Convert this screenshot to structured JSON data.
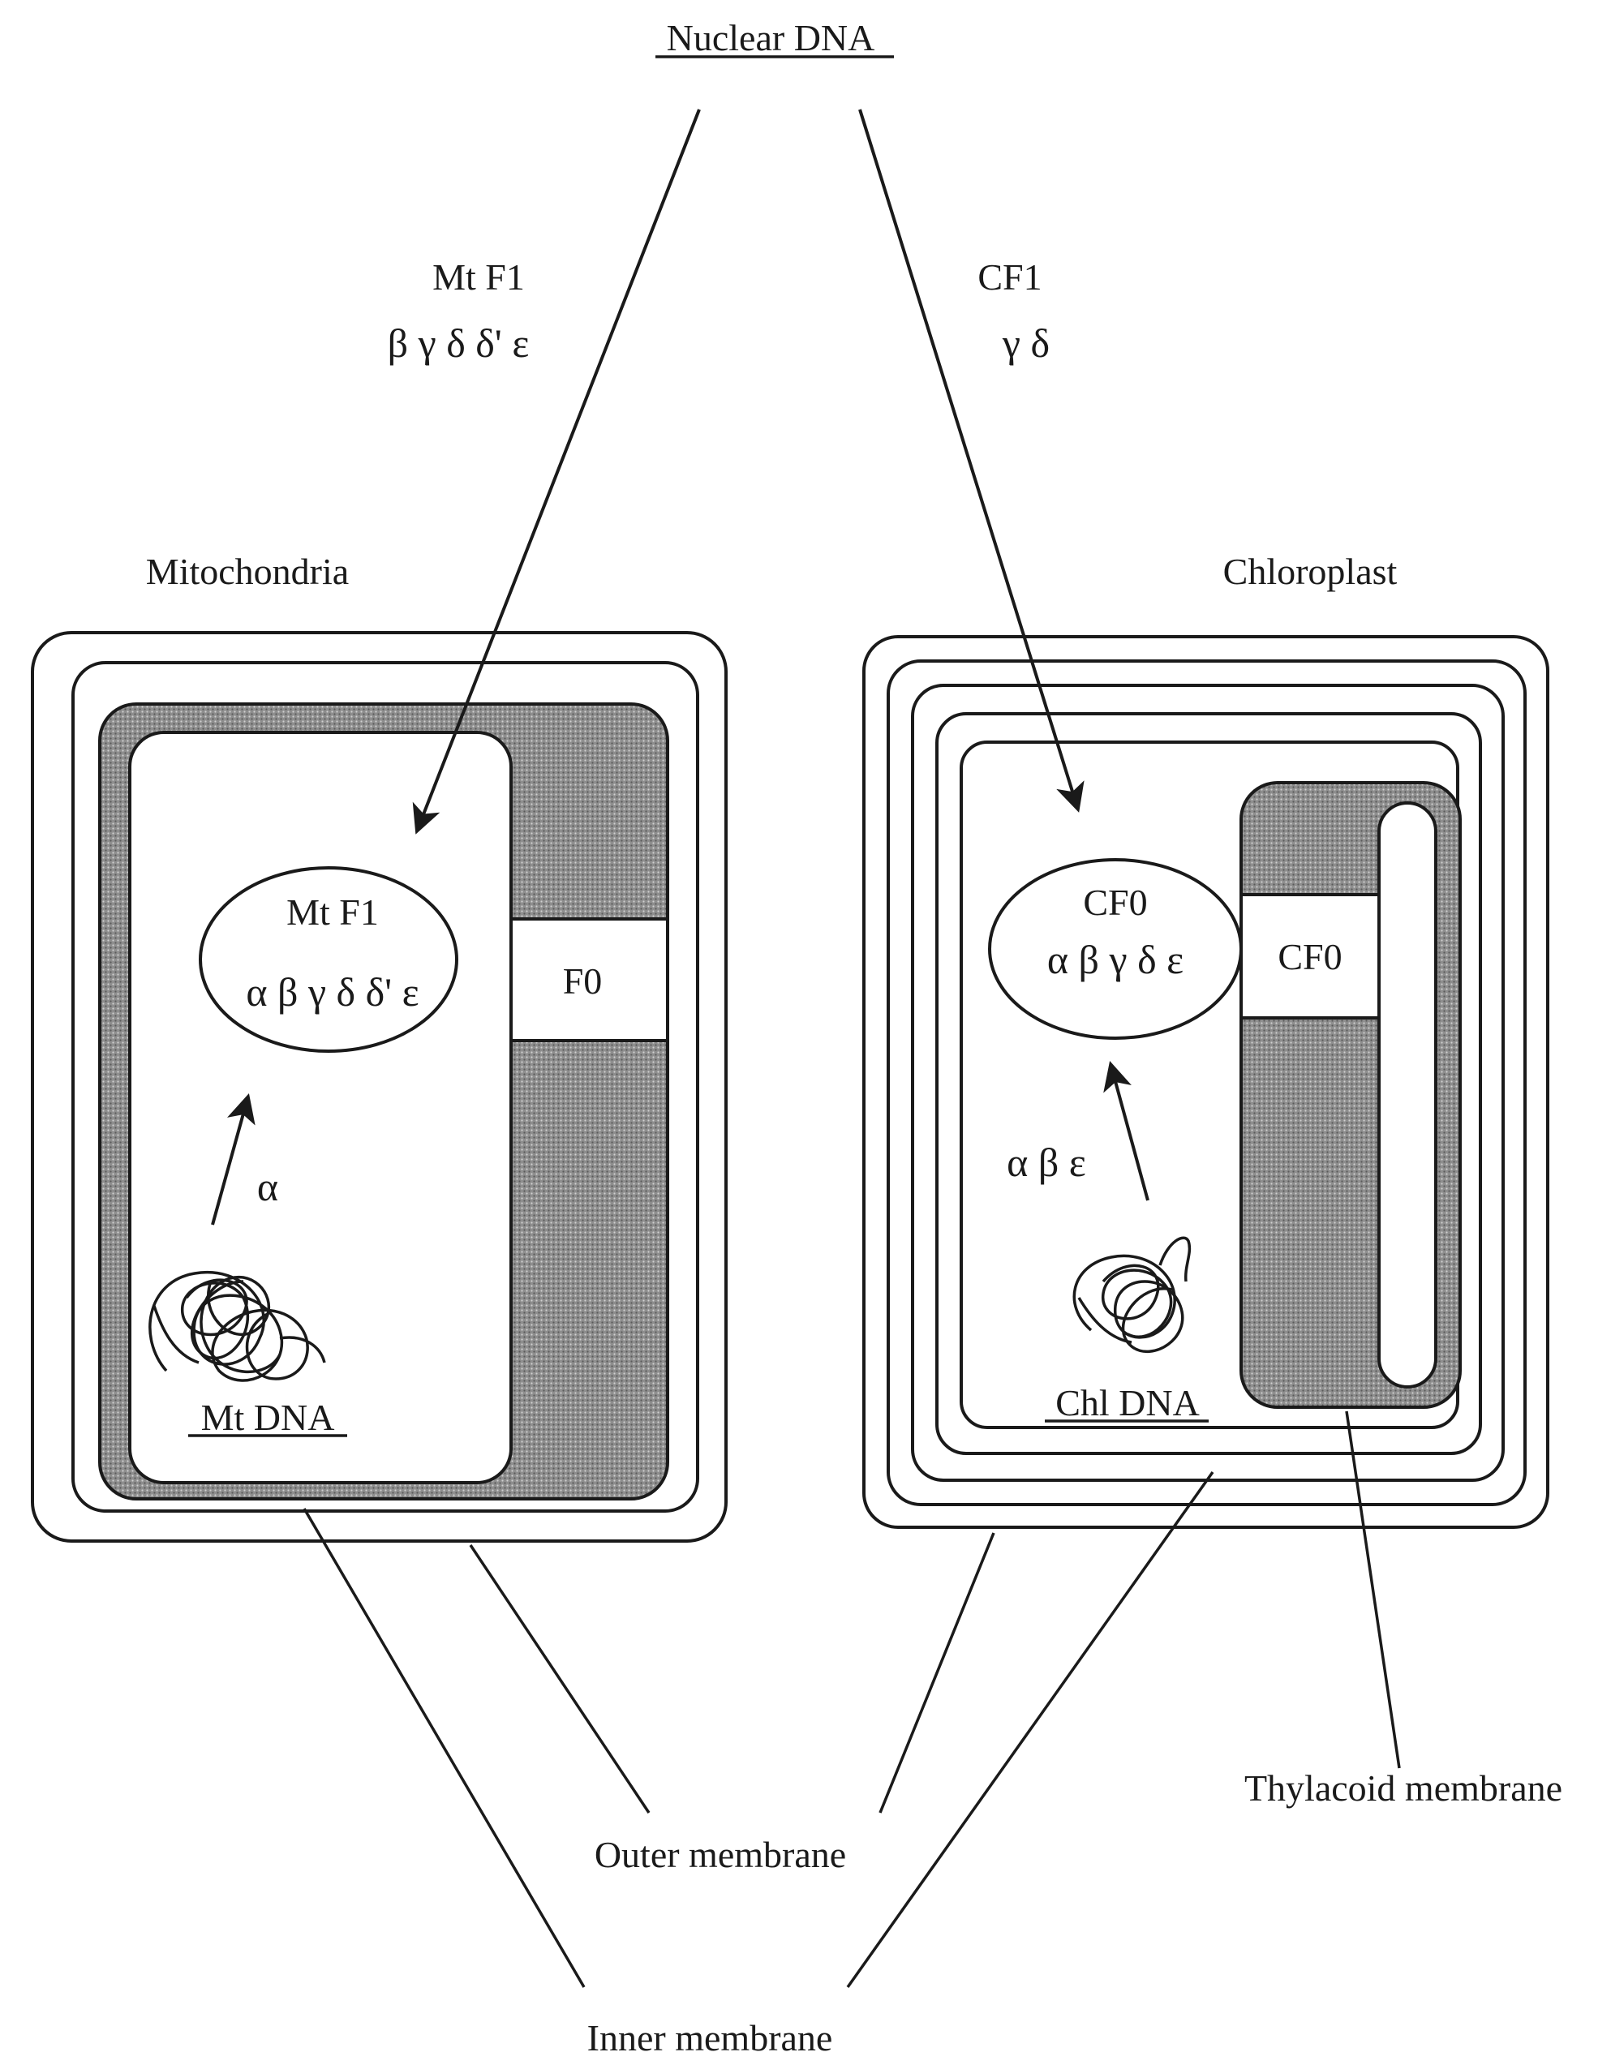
{
  "nuclear_dna": "Nuclear DNA",
  "mt_import_label": "Mt F1",
  "mt_import_subunits": "β γ δ δ' ε",
  "cf_import_label": "CF1",
  "cf_import_subunits": "γ δ",
  "mitochondria_title": "Mitochondria",
  "chloroplast_title": "Chloroplast",
  "mt_complex_name": "Mt F1",
  "mt_complex_subunits": "α β γ δ δ' ε",
  "mt_f0": "F0",
  "mt_local_subunit": "α",
  "mt_dna": "Mt DNA",
  "cf_complex_name": "CF0",
  "cf_complex_subunits": "α β  γ δ ε",
  "cf_f0": "CF0",
  "cf_local_subunits": "α β ε",
  "chl_dna": "Chl DNA",
  "thylacoid_label": "Thylacoid membrane",
  "outer_label": "Outer membrane",
  "inner_label": "Inner membrane"
}
